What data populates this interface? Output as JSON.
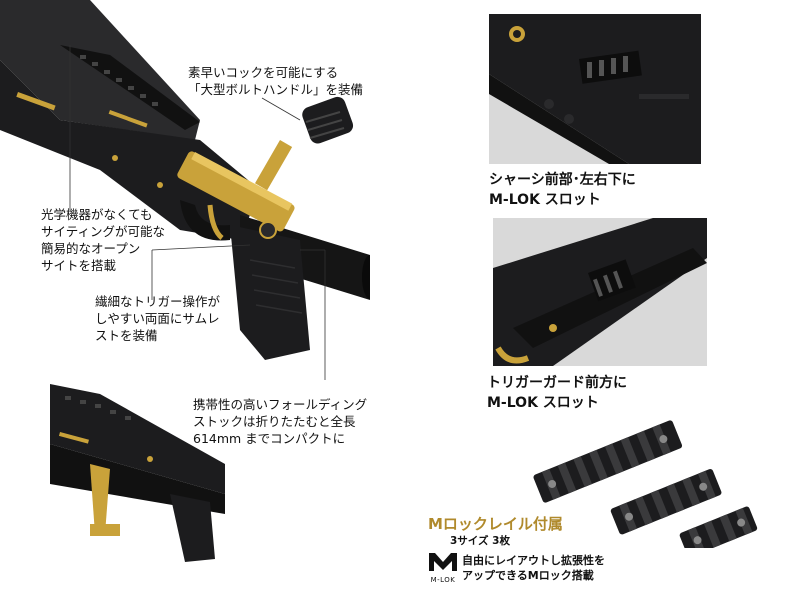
{
  "callouts": {
    "bolt_handle": "素早いコックを可能にする\n「大型ボルトハンドル」を装備",
    "open_sight": "光学機器がなくても\nサイティングが可能な\n簡易的なオープン\nサイトを搭載",
    "thumb_rest": "繊細なトリガー操作が\nしやすい両面にサムレ\nストを装備",
    "folding_stock": "携帯性の高いフォールディング\nストックは折りたたむと全長\n614mm までコンパクトに"
  },
  "captions": {
    "chassis_mlok": "シャーシ前部･左右下に\nM-LOK スロット",
    "trigger_guard_mlok": "トリガーガード前方に\nM-LOK スロット"
  },
  "rail_section": {
    "title": "Mロックレイル付属",
    "subtitle": "3サイズ  3枚",
    "logo_text": "M-LOK",
    "description": "自由にレイアウトし拡張性を\nアップできるMロック搭載"
  },
  "colors": {
    "gold": "#c9a23a",
    "black_metal": "#1c1c1e",
    "photo_bg": "#d9d9d9",
    "title_gold": "#b08a2c"
  }
}
